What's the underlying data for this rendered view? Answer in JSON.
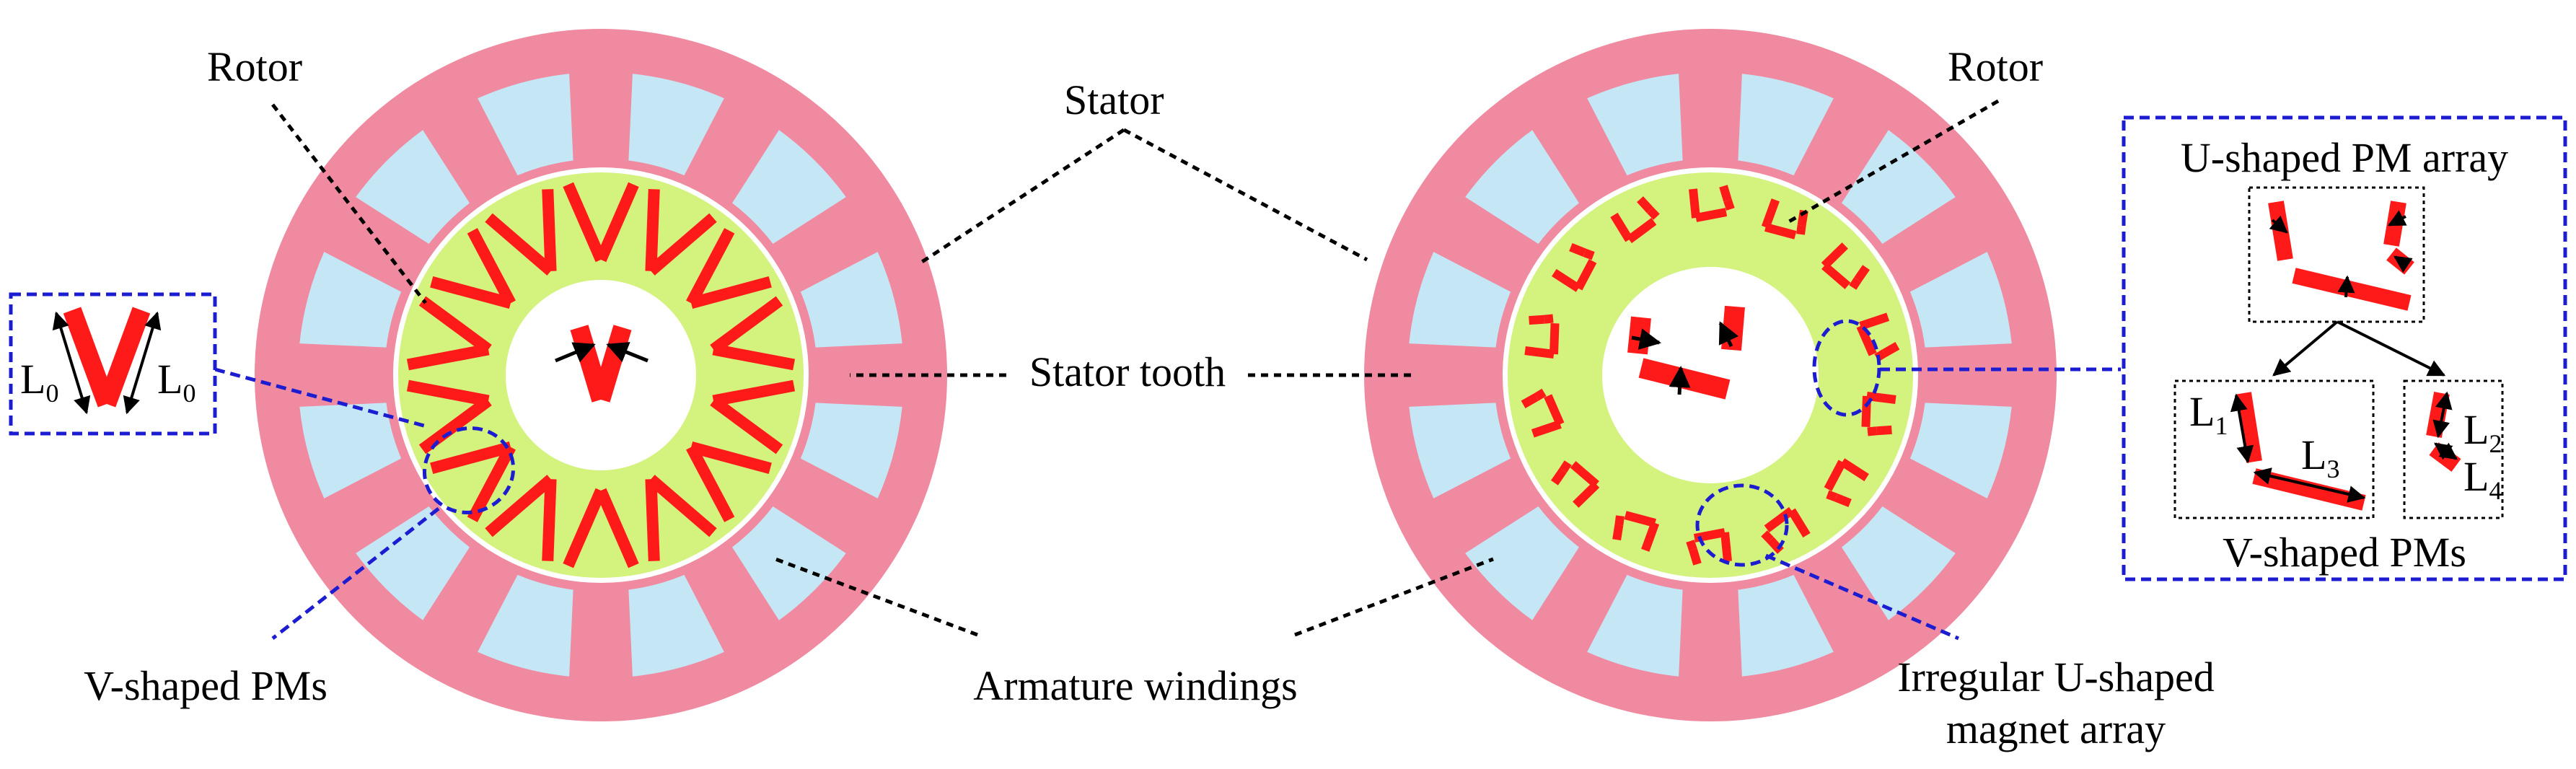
{
  "labels": {
    "rotor_left": "Rotor",
    "stator": "Stator",
    "rotor_right": "Rotor",
    "stator_tooth": "Stator tooth",
    "v_shaped_pms_left": "V-shaped PMs",
    "armature_windings": "Armature windings",
    "irregular_line1": "Irregular U-shaped",
    "irregular_line2": "magnet array"
  },
  "left_inset": {
    "L0_left_main": "L",
    "L0_left_sub": "0",
    "L0_right_main": "L",
    "L0_right_sub": "0"
  },
  "right_inset": {
    "title": "U-shaped PM array",
    "footer": "V-shaped PMs",
    "L1_main": "L",
    "L1_sub": "1",
    "L2_main": "L",
    "L2_sub": "2",
    "L3_main": "L",
    "L3_sub": "3",
    "L4_main": "L",
    "L4_sub": "4"
  },
  "colors": {
    "stator": "#f08aa0",
    "slot": "#c5e6f5",
    "rotor": "#d4f27e",
    "magnet": "#ff1a1a",
    "leader_black": "#000000",
    "leader_blue": "#1c1cd0"
  }
}
